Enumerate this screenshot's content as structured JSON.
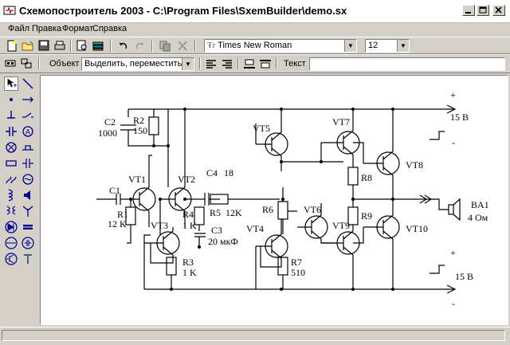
{
  "window": {
    "title": "Схемопостроитель 2003 - C:\\Program Files\\SxemBuilder\\demo.sx",
    "buttons": [
      "minimize",
      "maximize",
      "close"
    ]
  },
  "menu": [
    "Файл",
    "Правка",
    "Формат",
    "Справка"
  ],
  "toolbar1": {
    "icons": [
      "new-file-icon",
      "open-file-icon",
      "save-icon",
      "print-icon",
      "print-preview-icon",
      "library-icon",
      "undo-icon",
      "redo-icon",
      "copy-icon",
      "delete-icon"
    ],
    "font_name": "Times New Roman",
    "font_size": "12"
  },
  "toolbar2": {
    "object_label": "Объект",
    "mode_value": "Выделить, переместить",
    "text_label": "Текст",
    "text_value": ""
  },
  "palette": [
    "pointer-tool-icon",
    "line-tool-icon",
    "node-tool-icon",
    "arrow-tool-icon",
    "ground-tool-icon",
    "switch-tool-icon",
    "capacitor-tool-icon",
    "ammeter-tool-icon",
    "lamp-tool-icon",
    "battery-tool-icon",
    "resistor-tool-icon",
    "capacitor2-tool-icon",
    "inductor-tool-icon",
    "motor-tool-icon",
    "coil-tool-icon",
    "speaker-tool-icon",
    "transformer-tool-icon",
    "antenna-tool-icon",
    "diode-tool-icon",
    "fuse-tool-icon",
    "crystal-tool-icon",
    "optocoupler-tool-icon",
    "transistor-tool-icon",
    "text-tool-icon"
  ],
  "schematic": {
    "plus_top": "+",
    "v15_top": "15 В",
    "minus_top": "-",
    "plus_bottom": "+",
    "v15_bottom": "15 В",
    "minus_bottom": "-",
    "C2": "C2",
    "C2_val": "1000",
    "R2": "R2",
    "R2_val": "150",
    "C1": "C1",
    "R1": "R1",
    "R1_val": "12 K",
    "VT1": "VT1",
    "VT2": "VT2",
    "C4": "C4",
    "C4_val": "18",
    "R4": "R4",
    "R4_val": "1 K",
    "R5": "R5",
    "R5_val": "12K",
    "C3": "C3",
    "C3_val": "20 мкФ",
    "VT3": "VT3",
    "R3": "R3",
    "R3_val": "1 K",
    "VT4": "VT4",
    "R7": "R7",
    "R7_val": "510",
    "VT5": "VT5",
    "R6": "R6",
    "VT6": "VT6",
    "VT7": "VT7",
    "R8": "R8",
    "R9": "R9",
    "VT9": "VT9",
    "VT8": "VT8",
    "VT10": "VT10",
    "BA1": "BA1",
    "BA1_val": "4 Ом"
  }
}
